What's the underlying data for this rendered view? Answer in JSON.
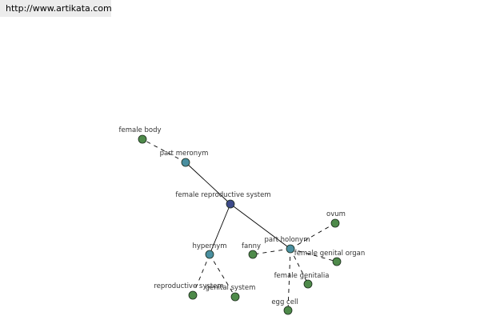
{
  "header": {
    "url": "http://www.artikata.com"
  },
  "colors": {
    "central": "#3d4a8a",
    "relation": "#4a8fa0",
    "term": "#4e8a4a",
    "node_stroke": "#1a2a1a",
    "edge": "#000000"
  },
  "graph": {
    "nodes": [
      {
        "id": "female_reproductive_system",
        "label": "female reproductive system",
        "kind": "central"
      },
      {
        "id": "part_meronym",
        "label": "part meronym",
        "kind": "relation"
      },
      {
        "id": "hypernym",
        "label": "hypernym",
        "kind": "relation"
      },
      {
        "id": "part_holonym",
        "label": "part holonym",
        "kind": "relation"
      },
      {
        "id": "female_body",
        "label": "female body",
        "kind": "term"
      },
      {
        "id": "reproductive_system",
        "label": "reproductive system",
        "kind": "term"
      },
      {
        "id": "genital_system",
        "label": "genital system",
        "kind": "term"
      },
      {
        "id": "fanny",
        "label": "fanny",
        "kind": "term"
      },
      {
        "id": "ovum",
        "label": "ovum",
        "kind": "term"
      },
      {
        "id": "female_genital_organ",
        "label": "female genital organ",
        "kind": "term"
      },
      {
        "id": "female_genitalia",
        "label": "female genitalia",
        "kind": "term"
      },
      {
        "id": "egg_cell",
        "label": "egg cell",
        "kind": "term"
      }
    ],
    "edges": [
      {
        "from": "female_reproductive_system",
        "to": "part_meronym",
        "style": "solid"
      },
      {
        "from": "female_reproductive_system",
        "to": "hypernym",
        "style": "solid"
      },
      {
        "from": "female_reproductive_system",
        "to": "part_holonym",
        "style": "solid"
      },
      {
        "from": "part_meronym",
        "to": "female_body",
        "style": "dashed"
      },
      {
        "from": "hypernym",
        "to": "reproductive_system",
        "style": "dashed"
      },
      {
        "from": "hypernym",
        "to": "genital_system",
        "style": "dashed"
      },
      {
        "from": "part_holonym",
        "to": "fanny",
        "style": "dashed"
      },
      {
        "from": "part_holonym",
        "to": "ovum",
        "style": "dashed"
      },
      {
        "from": "part_holonym",
        "to": "female_genital_organ",
        "style": "dashed"
      },
      {
        "from": "part_holonym",
        "to": "female_genitalia",
        "style": "dashed"
      },
      {
        "from": "part_holonym",
        "to": "egg_cell",
        "style": "dashed"
      }
    ]
  }
}
